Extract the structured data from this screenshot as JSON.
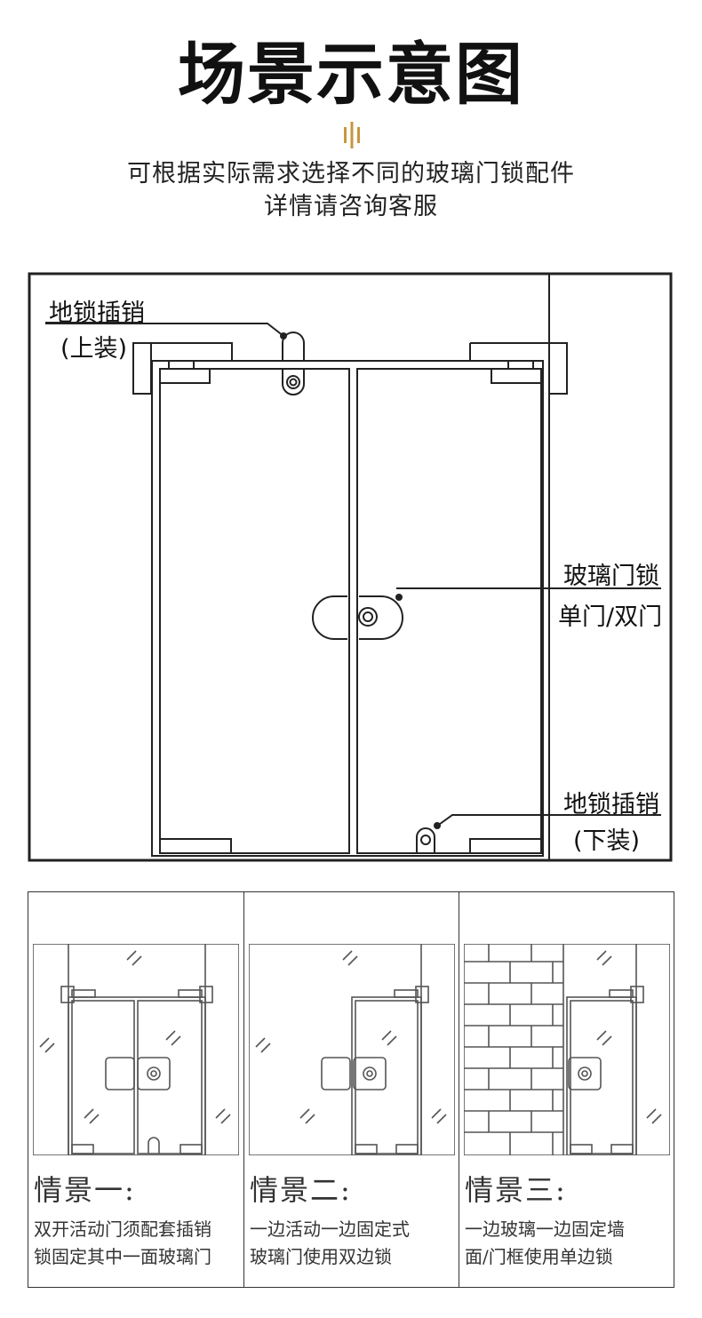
{
  "header": {
    "title": "场景示意图",
    "subtitle_line1": "可根据实际需求选择不同的玻璃门锁配件",
    "subtitle_line2": "详情请咨询客服",
    "accent_color": "#c8963c"
  },
  "diagram": {
    "top_lock_label": "地锁插销",
    "top_lock_sub": "(上装)",
    "glass_lock_label": "玻璃门锁",
    "glass_lock_sub": "单门/双门",
    "bottom_lock_label": "地锁插销",
    "bottom_lock_sub": "(下装)"
  },
  "scenes": [
    {
      "title": "情景一:",
      "line1": "双开活动门须配套插销",
      "line2": "锁固定其中一面玻璃门"
    },
    {
      "title": "情景二:",
      "line1": "一边活动一边固定式",
      "line2": "玻璃门使用双边锁"
    },
    {
      "title": "情景三:",
      "line1": "一边玻璃一边固定墙",
      "line2": "面/门框使用单边锁"
    }
  ]
}
